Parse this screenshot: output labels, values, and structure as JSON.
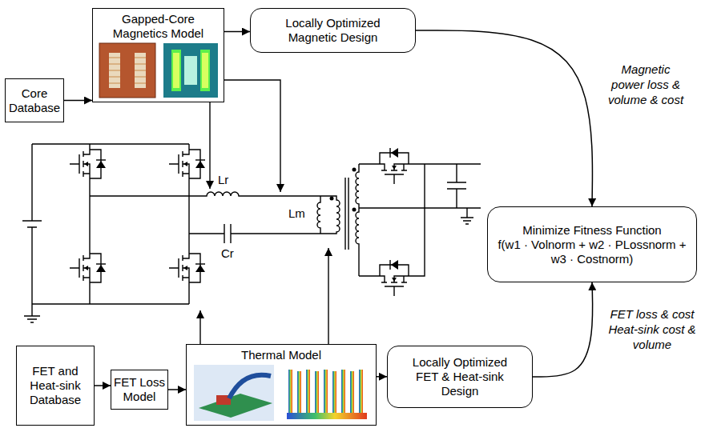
{
  "diagram": {
    "nodes": [
      {
        "text": [
          "Core Database"
        ]
      },
      {
        "text": [
          "Gapped-Core Magnetics Model"
        ]
      },
      {
        "text": [
          "Locally Optimized Magnetic Design"
        ]
      },
      {
        "text": [
          "Minimize Fitness Function",
          "f(w1 · Volnorm + w2 · PLossnorm + w3 · Costnorm)"
        ]
      },
      {
        "text": [
          "FET and Heat-sink Database"
        ]
      },
      {
        "text": [
          "FET Loss Model"
        ]
      },
      {
        "text": [
          "Thermal Model"
        ]
      },
      {
        "text": [
          "Locally Optimized FET & Heat-sink Design"
        ]
      }
    ],
    "edges": [
      {
        "from": 0,
        "to": 1,
        "arrow": "to"
      },
      {
        "from": 1,
        "to": 2,
        "arrow": "to"
      },
      {
        "from": 2,
        "to": 3,
        "arrow": "to",
        "label": "Magnetic power loss & volume & cost"
      },
      {
        "from": 4,
        "to": 5,
        "arrow": "to"
      },
      {
        "from": 5,
        "to": 6,
        "arrow": "to"
      },
      {
        "from": 6,
        "to": 7,
        "arrow": "to"
      },
      {
        "from": 7,
        "to": 3,
        "arrow": "to",
        "label": "FET loss & cost Heat-sink cost & volume"
      }
    ],
    "labels": [
      "Lr",
      "Lm",
      "Cr"
    ]
  }
}
